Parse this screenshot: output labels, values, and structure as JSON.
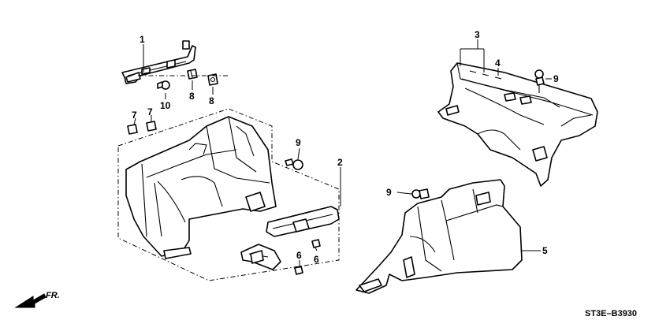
{
  "callouts": {
    "c1": "1",
    "c2": "2",
    "c3": "3",
    "c4": "4",
    "c5": "5",
    "c6a": "6",
    "c6b": "6",
    "c7a": "7",
    "c7b": "7",
    "c8a": "8",
    "c8b": "8",
    "c9a": "9",
    "c9b": "9",
    "c9c": "9",
    "c10": "10"
  },
  "direction_label": "FR.",
  "diagram_code": "ST3E–B3930"
}
